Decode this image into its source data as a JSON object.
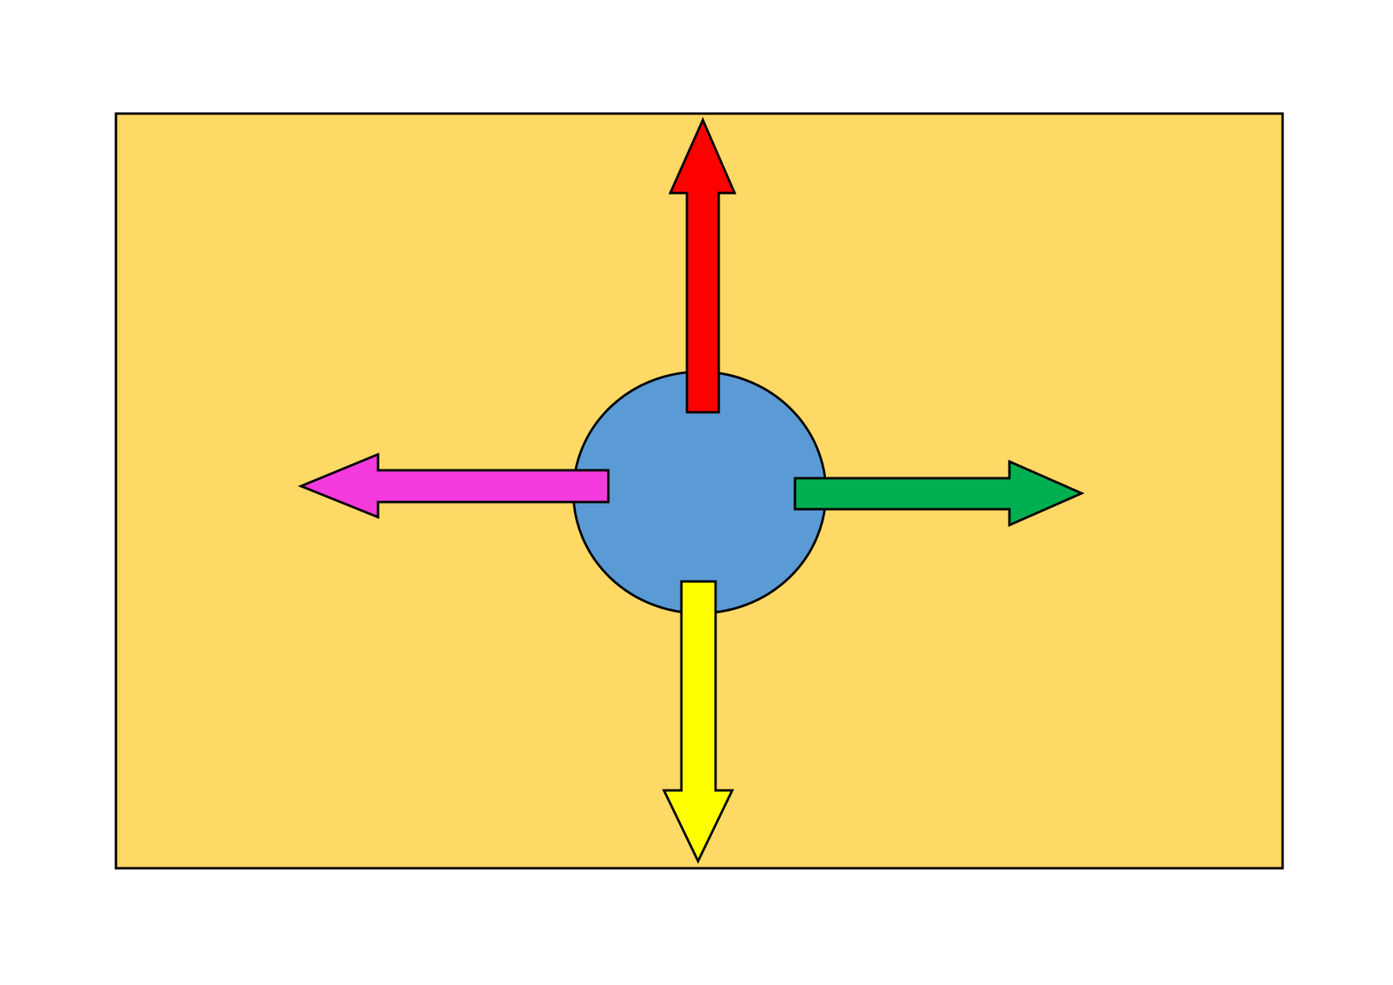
{
  "diagram": {
    "panel": {
      "fill": "#FFD966",
      "stroke": "#000000"
    },
    "center_circle": {
      "fill": "#5B9BD5",
      "stroke": "#000000"
    },
    "arrows": [
      {
        "direction": "up",
        "fill": "#FF0000"
      },
      {
        "direction": "right",
        "fill": "#00B050"
      },
      {
        "direction": "down",
        "fill": "#FFFF00"
      },
      {
        "direction": "left",
        "fill": "#F43BDD"
      }
    ]
  }
}
